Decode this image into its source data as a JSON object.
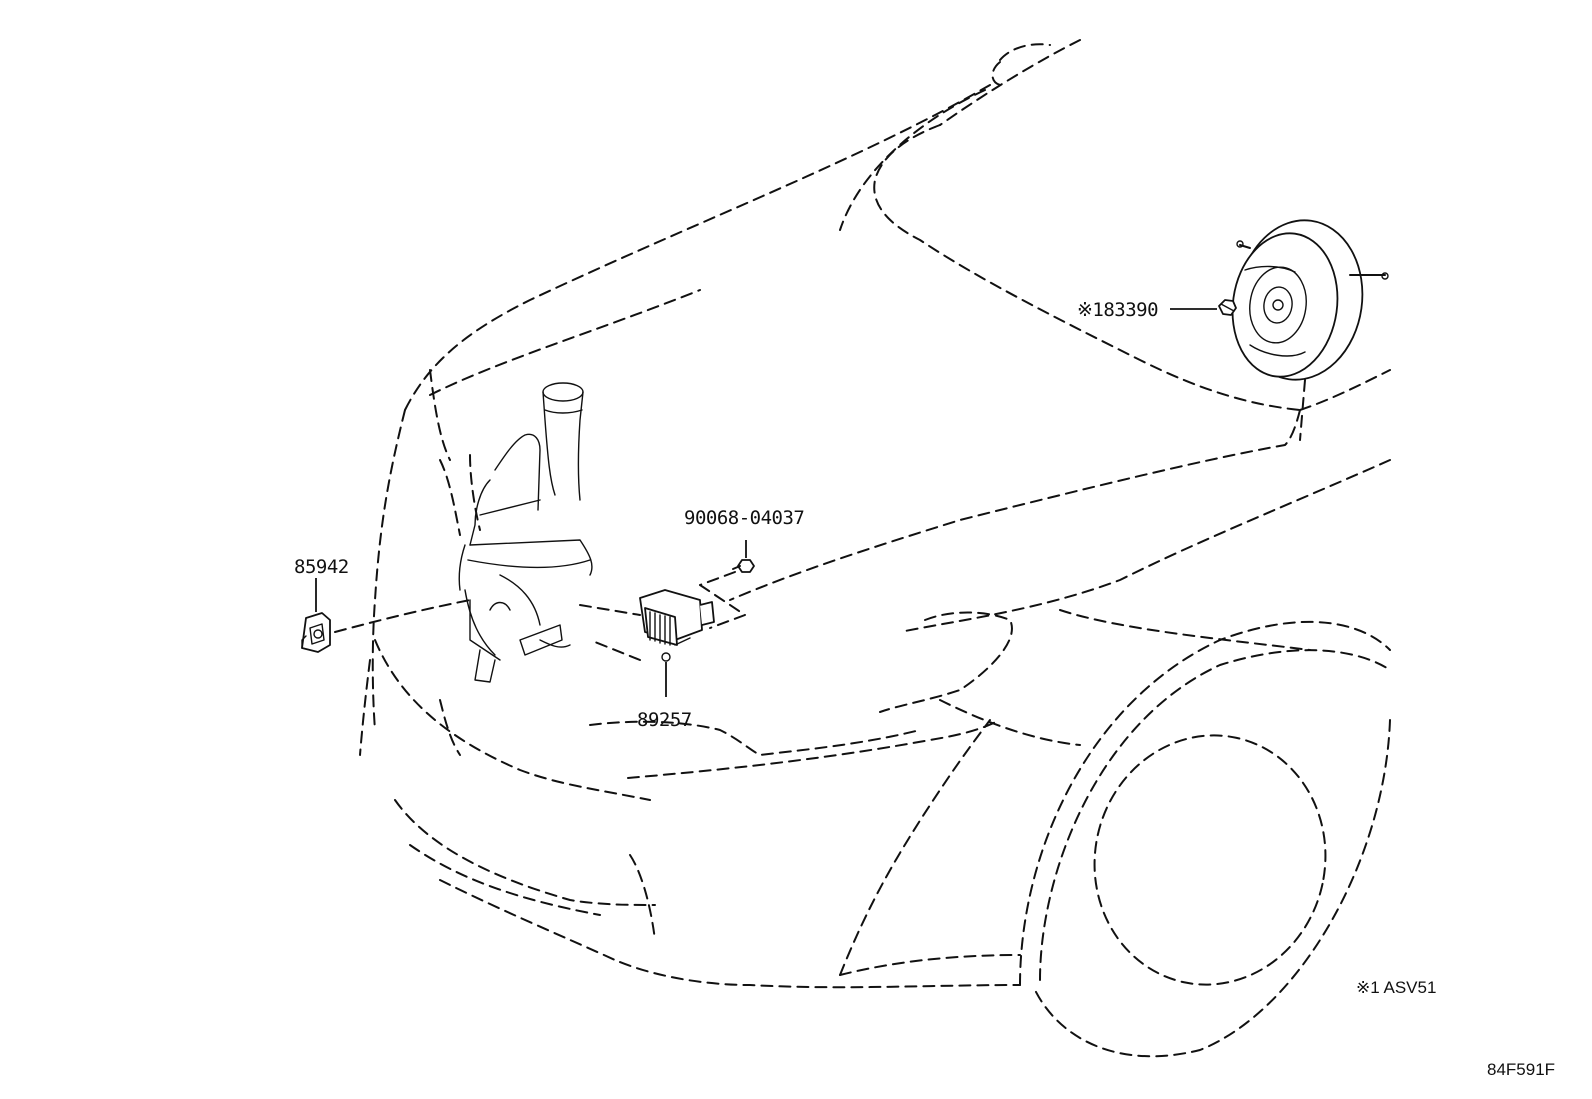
{
  "diagram": {
    "parts": [
      {
        "id": "booster",
        "label": "※183390"
      },
      {
        "id": "bolt",
        "label": "90068-04037"
      },
      {
        "id": "sensor",
        "label": "85942"
      },
      {
        "id": "module",
        "label": "89257"
      }
    ],
    "footnote": "※1 ASV51",
    "figure_code": "84F591F"
  },
  "colors": {
    "ink": "#111111",
    "paper": "#ffffff"
  },
  "icons": [
    "brake-booster-icon",
    "bolt-icon",
    "sensor-icon",
    "control-module-icon",
    "washer-tank-icon"
  ]
}
